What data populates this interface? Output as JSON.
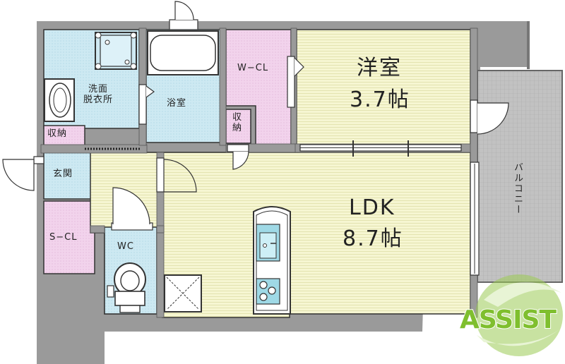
{
  "rooms": {
    "washroom": "洗面\n脱衣所",
    "bath": "浴室",
    "wcl": "W−CL",
    "bedroom_name": "洋室",
    "bedroom_size": "3.7帖",
    "storage_left": "収納",
    "storage_mid": "収\n納",
    "entrance": "玄関",
    "scl": "S−CL",
    "wc": "WC",
    "ldk_name": "LDK",
    "ldk_size": "8.7帖",
    "balcony": "バルコニー"
  },
  "logo": {
    "text": "ASSIST"
  },
  "colors": {
    "wall": "#9a9a9a",
    "room_yellow": "#f6f6d2",
    "wet_blue": "#cde9f2",
    "closet_pink": "#f2d3ec",
    "balcony_gray": "#bdbdbd",
    "door_white": "#ffffff",
    "logo_green": "#7fbf2e"
  }
}
